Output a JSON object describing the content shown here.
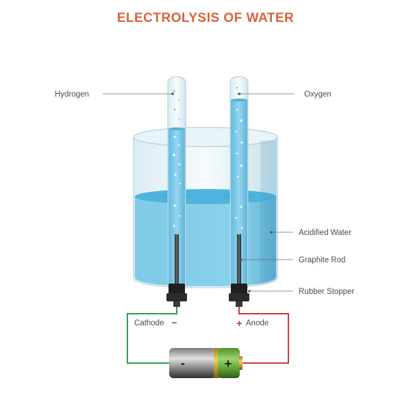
{
  "title": "ELECTROLYSIS OF WATER",
  "labels": {
    "hydrogen": "Hydrogen",
    "oxygen": "Oxygen",
    "acidified_water": "Acidified Water",
    "graphite_rod": "Graphite Rod",
    "rubber_stopper": "Rubber Stopper",
    "cathode": "Cathode",
    "anode": "Anode"
  },
  "signs": {
    "cathode": "−",
    "anode": "+",
    "battery_negative": "-",
    "battery_positive": "+"
  },
  "colors": {
    "title": "#d9633a",
    "water": "#7dc8e6",
    "water_surface": "#4fb3dd",
    "wire_negative": "#2e9e48",
    "wire_positive": "#c23a3a",
    "battery_green": "#6cb33f",
    "battery_gold": "#d4a82a",
    "graphite": "#3d3d3d"
  }
}
